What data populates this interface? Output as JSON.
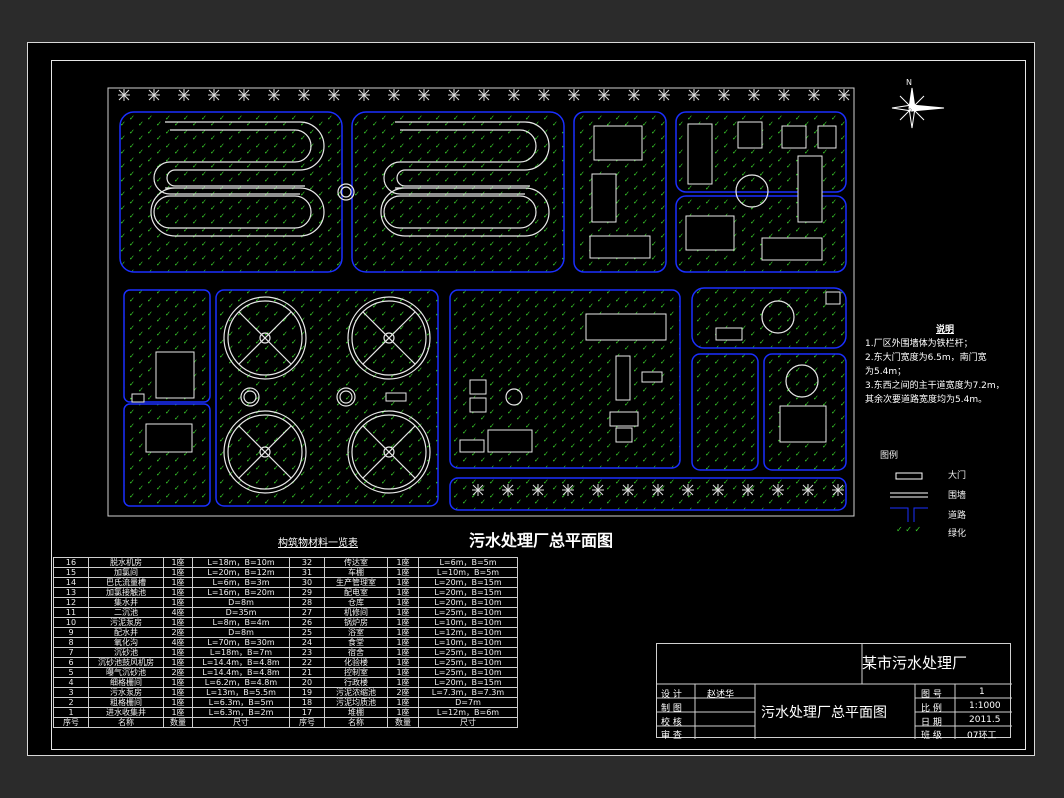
{
  "drawing_title": "污水处理厂总平面图",
  "table_title": "构筑物材料一览表",
  "north_label": "N",
  "notes": {
    "heading": "说明",
    "lines": [
      "1.厂区外围墙体为铁栏杆；",
      "2.东大门宽度为6.5m，南门宽",
      "为5.4m；",
      "3.东西之间的主干道宽度为7.2m，",
      "其余次要道路宽度均为5.4m。"
    ]
  },
  "legend": {
    "heading": "图例",
    "items": [
      "大门",
      "围墙",
      "道路",
      "绿化"
    ]
  },
  "bom_rows": [
    [
      "16",
      "脱水机房",
      "1座",
      "L=18m，B=10m",
      "32",
      "传达室",
      "1座",
      "L=6m，B=5m"
    ],
    [
      "15",
      "加氯间",
      "1座",
      "L=20m，B=12m",
      "31",
      "车棚",
      "1座",
      "L=10m，B=5m"
    ],
    [
      "14",
      "巴氏流量槽",
      "1座",
      "L=6m，B=3m",
      "30",
      "生产管理室",
      "1座",
      "L=20m，B=15m"
    ],
    [
      "13",
      "加氯接触池",
      "1座",
      "L=16m，B=20m",
      "29",
      "配电室",
      "1座",
      "L=20m，B=15m"
    ],
    [
      "12",
      "集水井",
      "1座",
      "D=8m",
      "28",
      "仓库",
      "1座",
      "L=20m，B=10m"
    ],
    [
      "11",
      "二沉池",
      "4座",
      "D=35m",
      "27",
      "机修间",
      "1座",
      "L=25m，B=10m"
    ],
    [
      "10",
      "污泥泵房",
      "1座",
      "L=8m，B=4m",
      "26",
      "锅炉房",
      "1座",
      "L=10m，B=10m"
    ],
    [
      "9",
      "配水井",
      "2座",
      "D=8m",
      "25",
      "浴室",
      "1座",
      "L=12m，B=10m"
    ],
    [
      "8",
      "氧化沟",
      "4座",
      "L=70m，B=30m",
      "24",
      "食堂",
      "1座",
      "L=10m，B=10m"
    ],
    [
      "7",
      "沉砂池",
      "1座",
      "L=18m，B=7m",
      "23",
      "宿舍",
      "1座",
      "L=25m，B=10m"
    ],
    [
      "6",
      "沉砂池鼓风机房",
      "1座",
      "L=14.4m，B=4.8m",
      "22",
      "化验楼",
      "1座",
      "L=25m，B=10m"
    ],
    [
      "5",
      "曝气沉砂池",
      "2座",
      "L=14.4m，B=4.8m",
      "21",
      "控制室",
      "1座",
      "L=25m，B=10m"
    ],
    [
      "4",
      "细格栅间",
      "1座",
      "L=6.2m，B=4.8m",
      "20",
      "行政楼",
      "1座",
      "L=20m，B=15m"
    ],
    [
      "3",
      "污水泵房",
      "1座",
      "L=13m，B=5.5m",
      "19",
      "污泥浓缩池",
      "2座",
      "L=7.3m，B=7.3m"
    ],
    [
      "2",
      "粗格栅间",
      "1座",
      "L=6.3m，B=5m",
      "18",
      "污泥均质池",
      "1座",
      "D=7m"
    ],
    [
      "1",
      "进水收集井",
      "1座",
      "L=6.3m，B=2m",
      "17",
      "堆棚",
      "1座",
      "L=12m，B=6m"
    ]
  ],
  "bom_header": [
    "序号",
    "名称",
    "数量",
    "尺寸",
    "序号",
    "名称",
    "数量",
    "尺寸"
  ],
  "title_block": {
    "company": "某市污水处理厂",
    "title": "污水处理厂总平面图",
    "left_labels": [
      "设 计",
      "制 图",
      "校 核",
      "审 查"
    ],
    "designer": "赵述华",
    "right_labels": [
      "图 号",
      "比 例",
      "日 期",
      "班 级"
    ],
    "right_values": [
      "1",
      "1:1000",
      "2011.5",
      "07环工"
    ]
  },
  "colors": {
    "background": "#000000",
    "road": "#1a2fff",
    "green": "#39d02b",
    "line": "#e8e8e8"
  }
}
